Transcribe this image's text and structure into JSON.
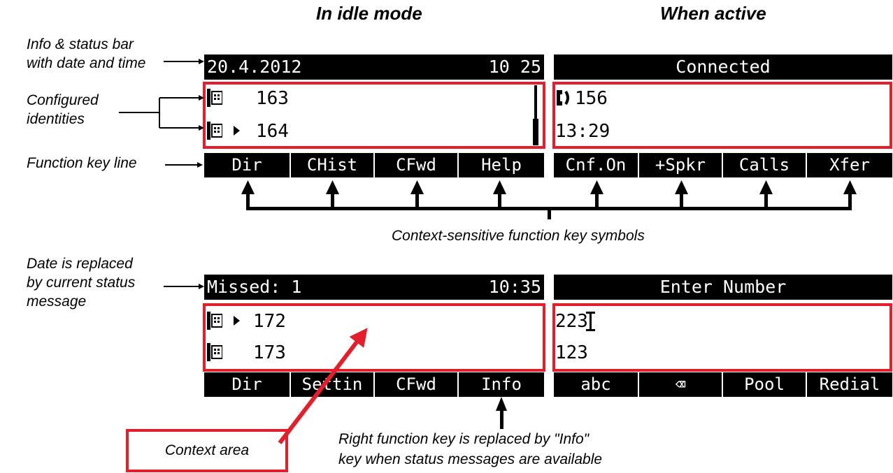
{
  "headings": {
    "idle": "In idle mode",
    "active": "When active"
  },
  "labels": {
    "info_status": "Info & status bar\nwith date and time",
    "configured": "Configured\nidentities",
    "function_key_line": "Function key line",
    "context_sensitive": "Context-sensitive function key symbols",
    "date_replaced": "Date is replaced\nby current status\nmessage",
    "context_area": "Context area",
    "right_key_replaced": "Right function key is replaced by \"Info\"\nkey when status messages are available"
  },
  "idle_top": {
    "date": "20.4.2012",
    "time": "10 25",
    "line1": "163",
    "line2": "164",
    "keys": [
      "Dir",
      "CHist",
      "CFwd",
      "Help"
    ]
  },
  "active_top": {
    "status": "Connected",
    "line1": "156",
    "line2": "13:29",
    "keys": [
      "Cnf.On",
      "+Spkr",
      "Calls",
      "Xfer"
    ]
  },
  "idle_bottom": {
    "status": "Missed: 1",
    "time": "10:35",
    "line1": "172",
    "line2": "173",
    "keys": [
      "Dir",
      "Settin",
      "CFwd",
      "Info"
    ]
  },
  "active_bottom": {
    "status": "Enter Number",
    "line1": "223",
    "line2": "123",
    "keys": [
      "abc",
      "⌫",
      "Pool",
      "Redial"
    ]
  },
  "colors": {
    "highlight": "#e41e2a",
    "display": "#000000"
  }
}
